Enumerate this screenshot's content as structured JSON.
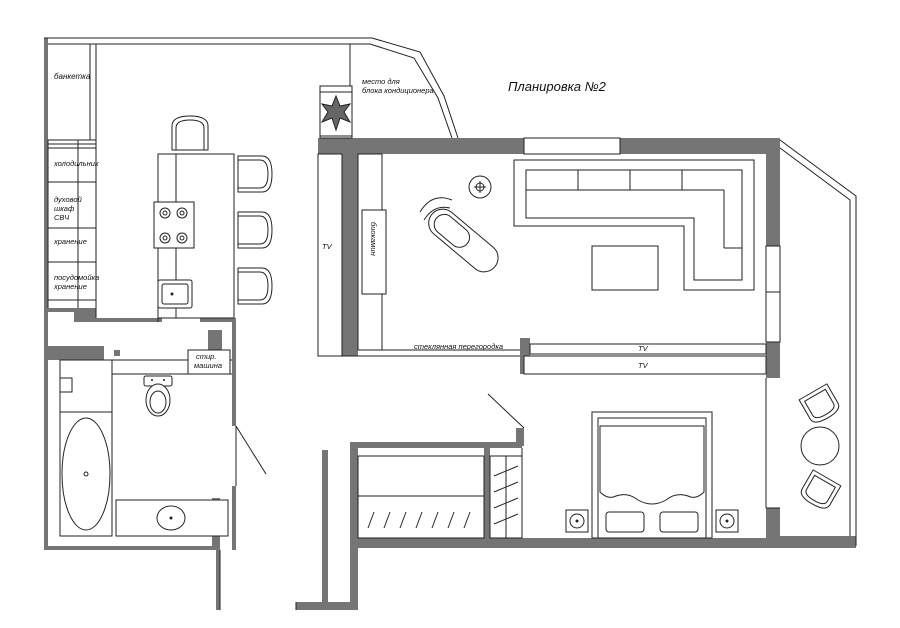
{
  "title": "Планировка №2",
  "labels": {
    "banketka": "банкетка",
    "aircon_1": "место для",
    "aircon_2": "блока кондиционера",
    "fridge": "холодильник",
    "oven_1": "духовой",
    "oven_2": "шкаф",
    "oven_3": "СВЧ",
    "storage": "хранение",
    "dishwasher_1": "посудомойка",
    "dishwasher_2": "хранение",
    "washer_1": "стир.",
    "washer_2": "машина",
    "tv_left": "TV",
    "biofireplace": "биокамин",
    "glass_partition": "стеклянная перегородка",
    "tv_partition_1": "TV",
    "tv_partition_2": "TV"
  },
  "colors": {
    "wall": "#757575",
    "line": "#222222",
    "background": "#ffffff"
  }
}
